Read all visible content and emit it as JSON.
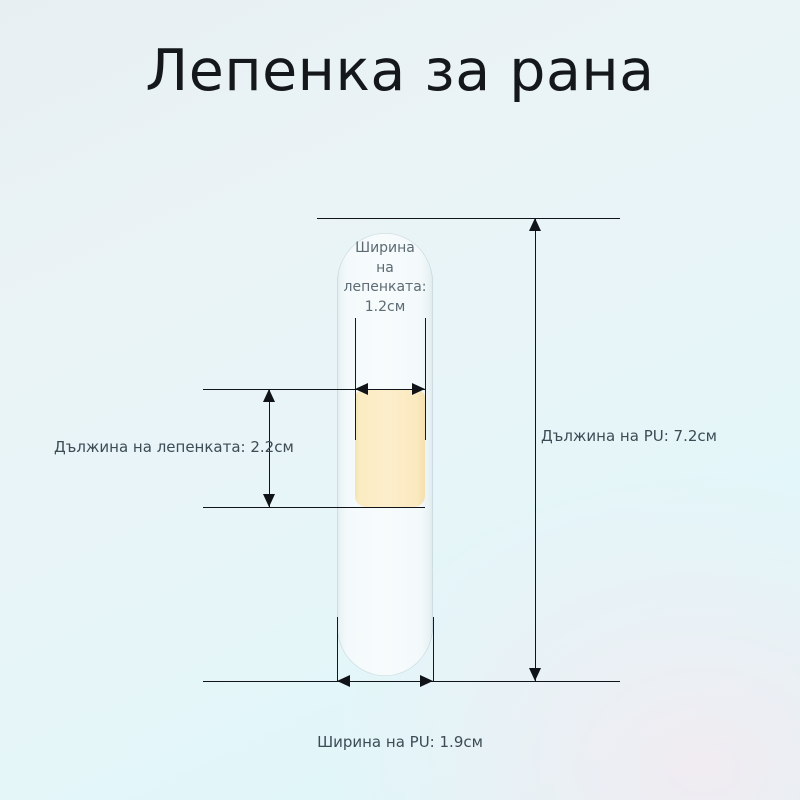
{
  "title": "Лепенка за рана",
  "product": {
    "shape": "rounded-rectangle-bandage",
    "pad_color": "#fbecc2",
    "body_color": "#f7fbfc"
  },
  "background": {
    "top_left_color": "#e7eff3",
    "bottom_right_color": "#ddf5f8"
  },
  "dimensions": {
    "pad_width": {
      "label": "Ширина на лепенката: 1.2см",
      "lines": [
        "Ширина",
        "на",
        "лепенката:",
        "1.2см"
      ],
      "value": "1.2",
      "unit": "см",
      "orientation": "horizontal"
    },
    "pad_length": {
      "label": "Дължина на лепенката: 2.2см",
      "value": "2.2",
      "unit": "см",
      "orientation": "vertical"
    },
    "pu_length": {
      "label": "Дължина на PU: 7.2см",
      "value": "7.2",
      "unit": "см",
      "orientation": "vertical"
    },
    "pu_width": {
      "label": "Ширина на PU: 1.9см",
      "value": "1.9",
      "unit": "см",
      "orientation": "horizontal"
    }
  }
}
